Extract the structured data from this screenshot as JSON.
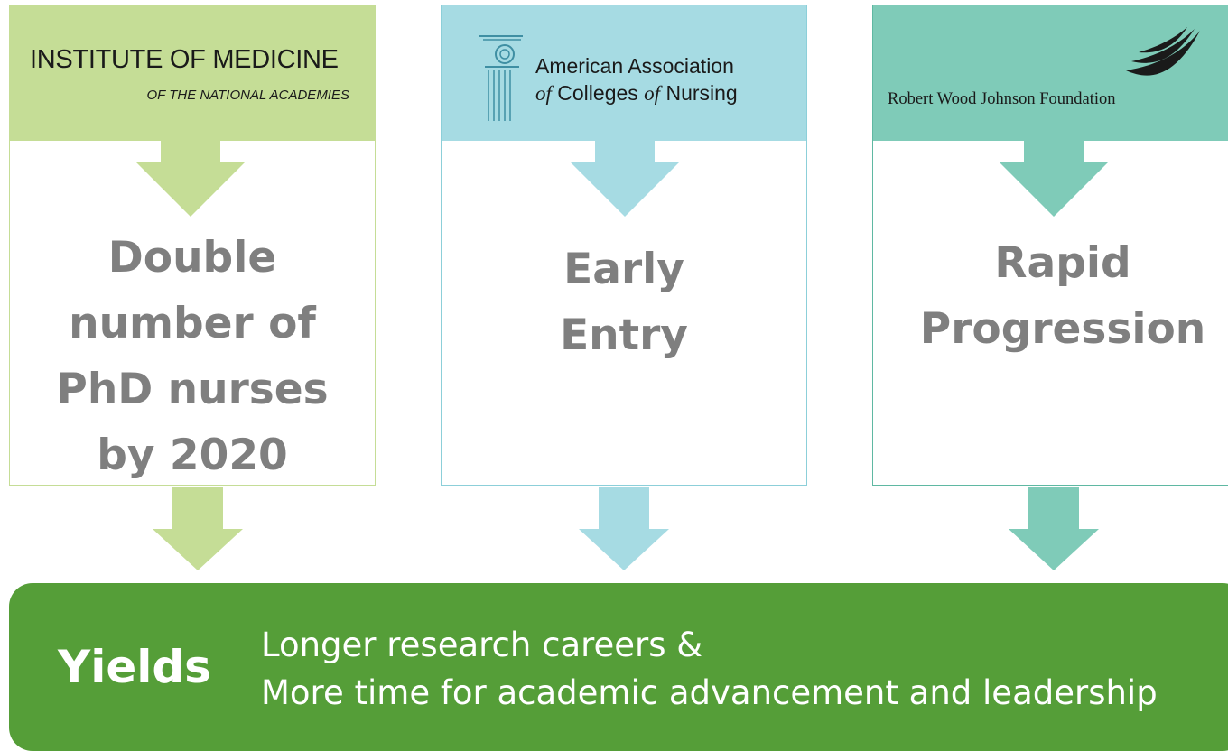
{
  "colors": {
    "iom_green": "#c5dd96",
    "aacn_blue": "#a6dbe3",
    "rwjf_teal": "#7fcbb8",
    "yields_green": "#559e38",
    "body_text_gray": "#7f7f7f"
  },
  "cards": [
    {
      "org": {
        "title": "INSTITUTE OF MEDICINE",
        "subtitle": "OF THE NATIONAL ACADEMIES"
      },
      "lines": [
        "Double",
        "number of",
        "PhD nurses",
        "by 2020"
      ]
    },
    {
      "org": {
        "line1": "American Association",
        "line2_of_1": "of",
        "line2_word_1": "Colleges",
        "line2_of_2": "of",
        "line2_word_2": "Nursing",
        "logo_icon": "column-capital-icon"
      },
      "lines": [
        "Early",
        "Entry"
      ]
    },
    {
      "org": {
        "name": "Robert Wood Johnson Foundation",
        "logo_icon": "wing-swoosh-icon"
      },
      "lines": [
        "Rapid",
        "Progression"
      ]
    }
  ],
  "yields": {
    "label": "Yields",
    "line1": "Longer research careers &",
    "line2": "More time for academic advancement and leadership"
  }
}
